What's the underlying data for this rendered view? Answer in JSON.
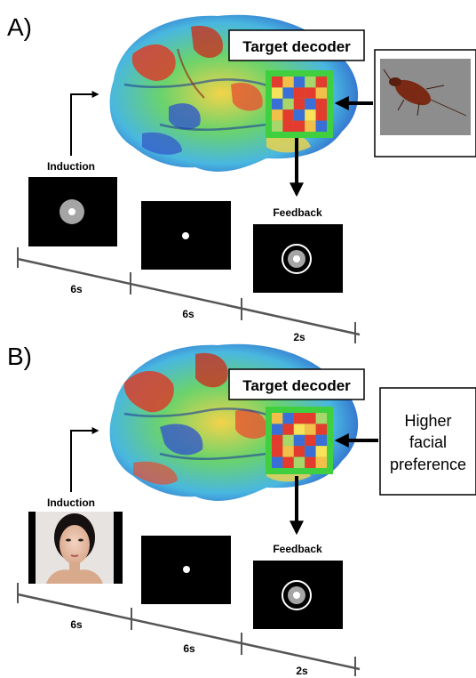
{
  "panels": [
    {
      "label": "A)",
      "decoder_label": "Target decoder",
      "induction_label": "Induction",
      "feedback_label": "Feedback",
      "durations": [
        "6s",
        "6s",
        "2s"
      ],
      "stimulus": "cockroach-photo"
    },
    {
      "label": "B)",
      "decoder_label": "Target decoder",
      "induction_label": "Induction",
      "feedback_label": "Feedback",
      "durations": [
        "6s",
        "6s",
        "2s"
      ],
      "stimulus": "face-photo",
      "target_text": [
        "Higher",
        "facial",
        "preference"
      ]
    }
  ],
  "decoder_grid_colors": [
    "#e33b2e",
    "#f2c04a",
    "#3a6fd8",
    "#a7d66b",
    "#e33b2e",
    "#f7e25a",
    "#e33b2e",
    "#3a6fd8"
  ],
  "frame_color": "#3fcf3f"
}
